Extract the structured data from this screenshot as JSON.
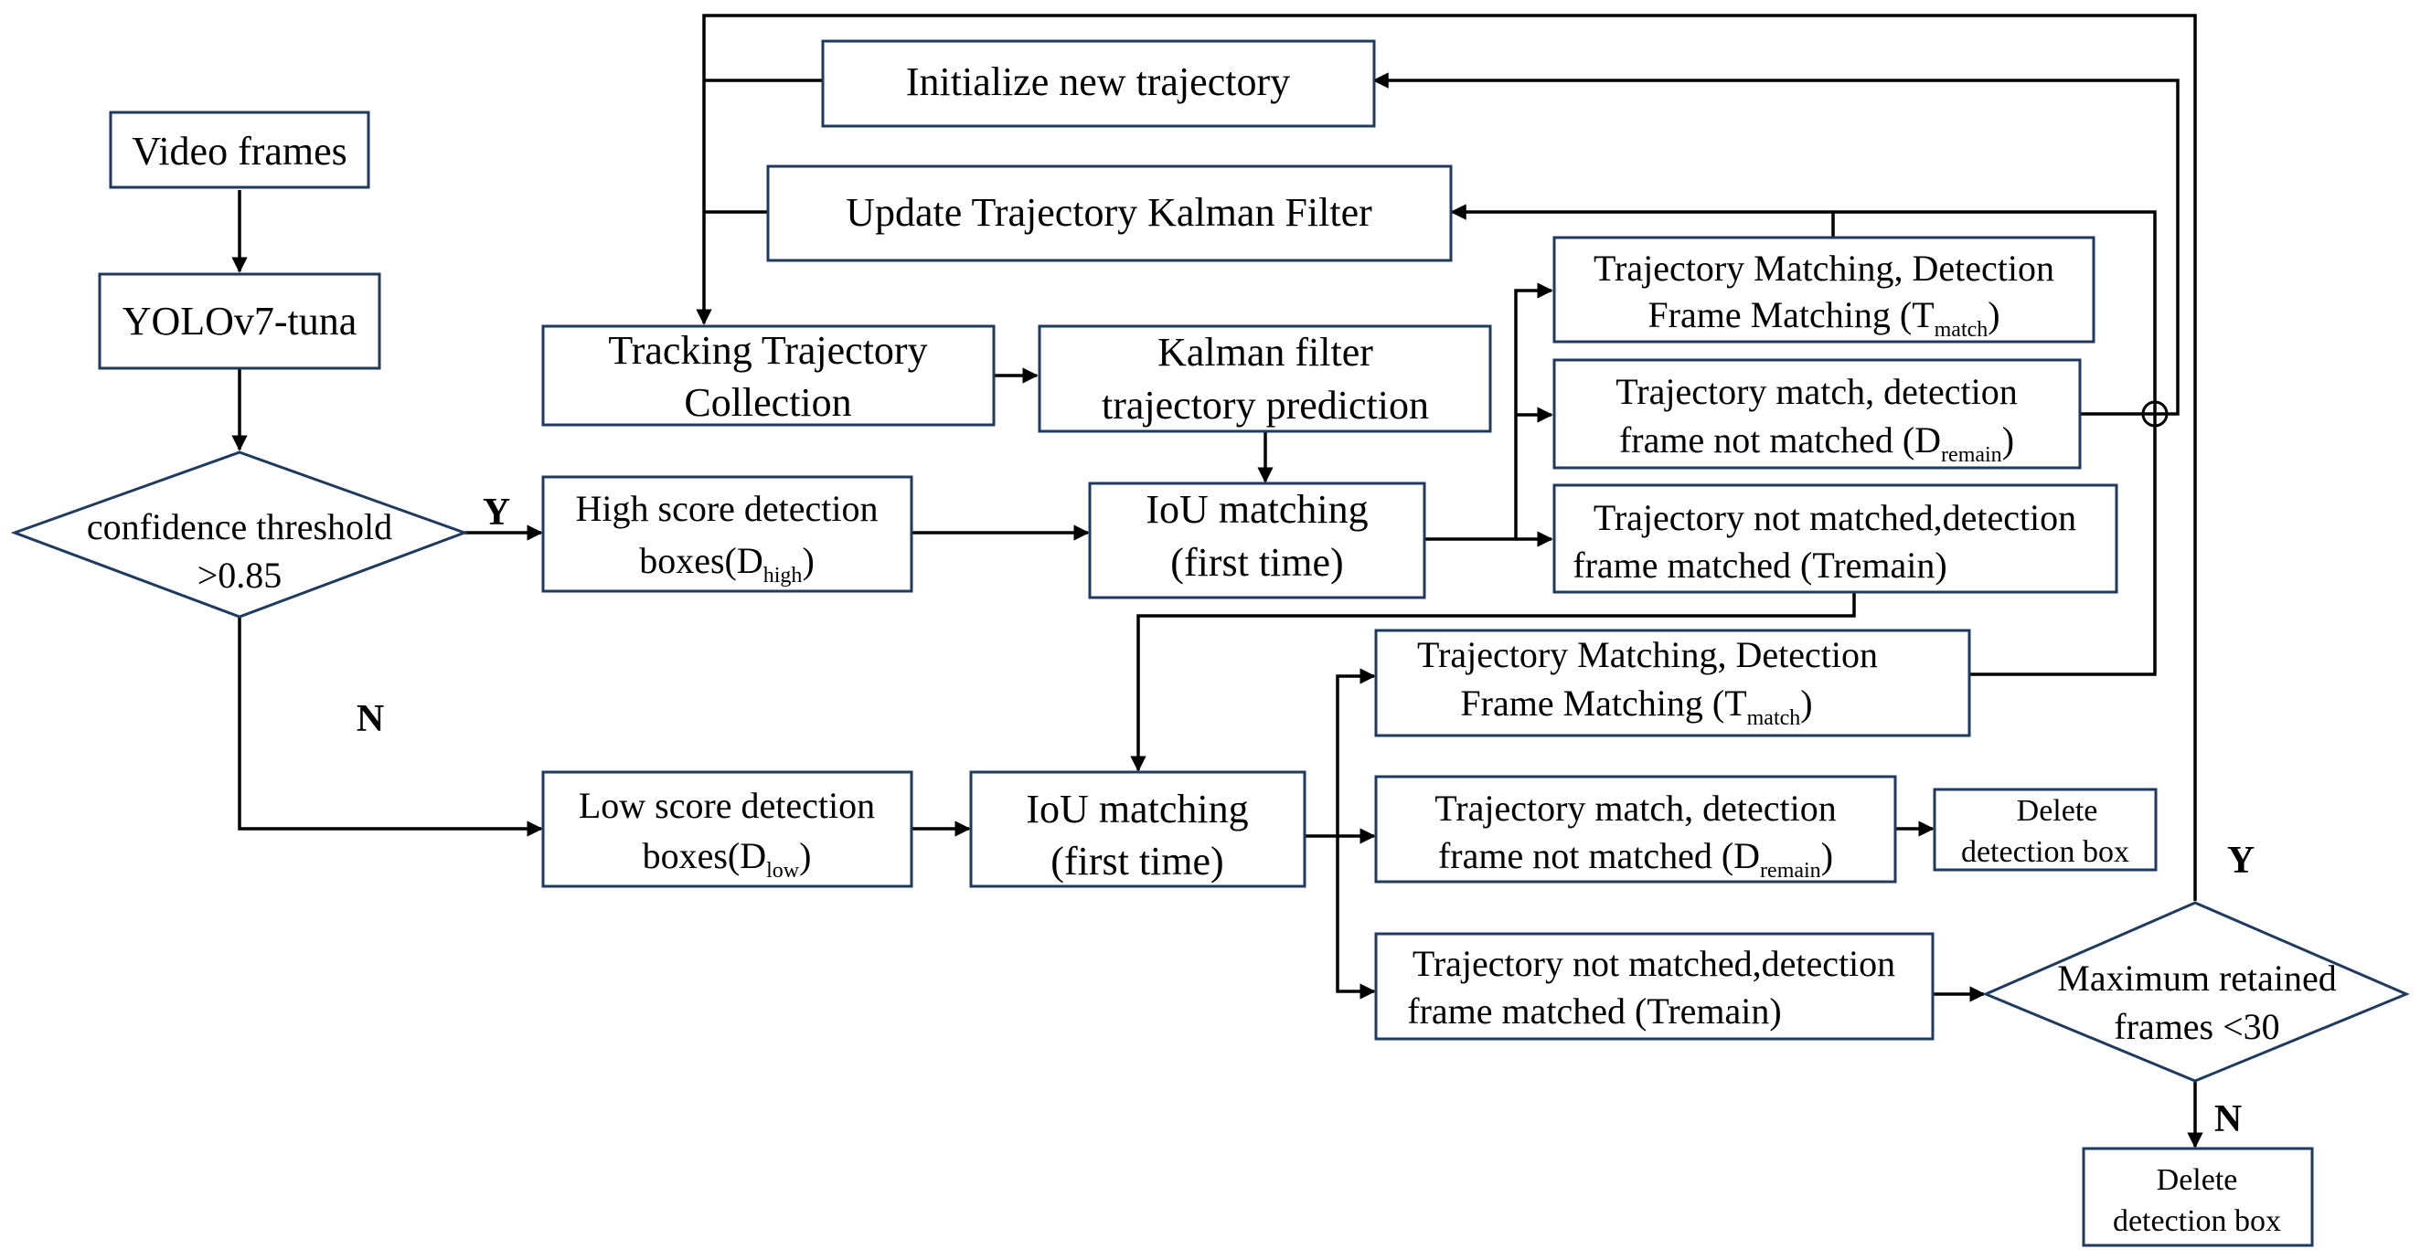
{
  "nodes": {
    "video_frames": "Video frames",
    "yolo": "YOLOv7-tuna",
    "confidence": [
      "confidence threshold",
      ">0.85"
    ],
    "high_score": {
      "line1": "High score detection",
      "line2_prefix": "boxes(D",
      "line2_sub": "high",
      "line2_suffix": ")"
    },
    "low_score": {
      "line1": "Low score detection",
      "line2_prefix": "boxes(D",
      "line2_sub": "low",
      "line2_suffix": ")"
    },
    "init_traj": "Initialize new trajectory",
    "update_kf": "Update Trajectory Kalman Filter",
    "tracking_collection": [
      "Tracking Trajectory",
      "Collection"
    ],
    "kf_prediction": [
      "Kalman filter",
      "trajectory prediction"
    ],
    "iou_first_1": [
      "IoU matching",
      "(first time)"
    ],
    "iou_first_2": [
      "IoU matching",
      "(first time)"
    ],
    "r1_tmatch": {
      "line1": "Trajectory Matching, Detection",
      "line2_prefix": "Frame Matching (T",
      "line2_sub": "match",
      "line2_suffix": ")"
    },
    "r1_dremain": {
      "line1": "Trajectory match, detection",
      "line2_prefix": "frame not matched (D",
      "line2_sub": "remain",
      "line2_suffix": ")"
    },
    "r1_tremain": [
      "Trajectory not matched,detection",
      "frame matched (Tremain)"
    ],
    "r2_tmatch": {
      "line1": "Trajectory Matching, Detection",
      "line2_prefix": "Frame Matching (T",
      "line2_sub": "match",
      "line2_suffix": ")"
    },
    "r2_dremain": {
      "line1": "Trajectory match, detection",
      "line2_prefix": "frame not matched (D",
      "line2_sub": "remain",
      "line2_suffix": ")"
    },
    "r2_tremain": [
      "Trajectory not matched,detection",
      "frame matched (Tremain)"
    ],
    "delete_1": [
      "Delete",
      "detection box"
    ],
    "max_retained": [
      "Maximum retained",
      "frames <30"
    ],
    "delete_2": [
      "Delete",
      "detection box"
    ]
  },
  "edge_labels": {
    "yes_1": "Y",
    "no_1": "N",
    "yes_2": "Y",
    "no_2": "N"
  }
}
